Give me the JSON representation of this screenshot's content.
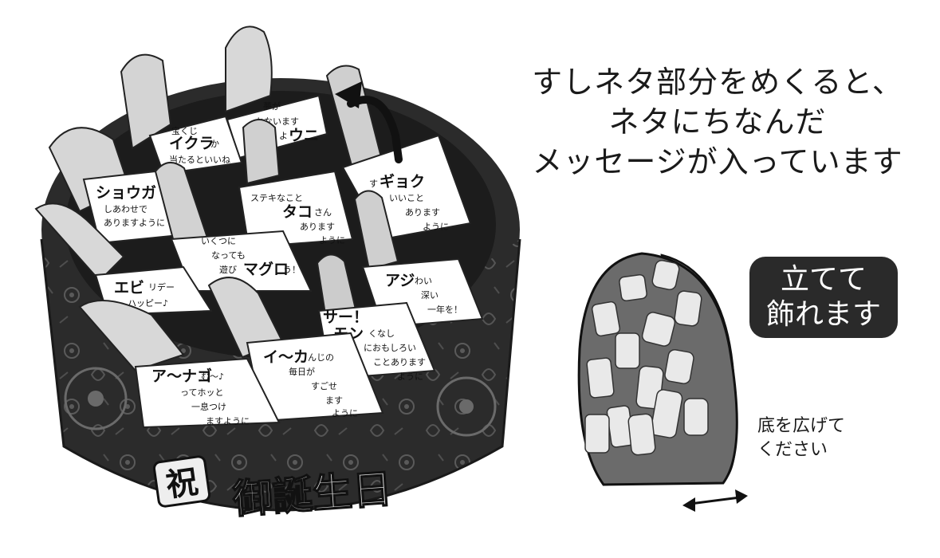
{
  "headline": {
    "line1": "すしネタ部分をめくると、",
    "line2": "ネタにちなんだ",
    "line3": "メッセージが入っています"
  },
  "stand_badge": {
    "line1": "立てて",
    "line2": "飾れます"
  },
  "base_note": {
    "line1": "底を広げて",
    "line2": "ください"
  },
  "box_label": {
    "seal": "祝",
    "text": "御誕生日"
  },
  "cards": {
    "uni": {
      "l1": "夢が",
      "l2": "かないます",
      "l3s": "よ",
      "l3b": "ウニ"
    },
    "ikura": {
      "l1": "宝くじ",
      "big": "イクラ",
      "small": "か",
      "l3": "当たるといいね"
    },
    "gyoku": {
      "pre": "す",
      "big": "ギョク",
      "l2": "いいこと",
      "l3": "あります",
      "l4": "ように"
    },
    "shouga": {
      "big": "ショウガ",
      "small": "い",
      "l2": "しあわせで",
      "l3": "ありますように"
    },
    "tako": {
      "l1": "ステキなこと",
      "big": "タコ",
      "small": "さん",
      "l3": "あります",
      "l4": "ように"
    },
    "maguro": {
      "l1": "いくつに",
      "l2": "なっても",
      "pre": "遊び",
      "big": "マグロ",
      "small": "う！"
    },
    "aji": {
      "big": "アジ",
      "small": "わい",
      "l2": "深い",
      "l3": "一年を！"
    },
    "ebi": {
      "big": "エビ",
      "small": "リデー",
      "l2": "ハッピー♪"
    },
    "salmon": {
      "big1": "サー！",
      "big2": "モン",
      "small": "くなし",
      "l3": "におもしろい",
      "l4": "ことあります",
      "l5": "ように"
    },
    "ika": {
      "big": "イ～カ",
      "small": "んじの",
      "l2": "毎日が",
      "l3": "すごせ",
      "l4": "ます",
      "l5": "ように"
    },
    "anago": {
      "big": "ア～ナゴ",
      "small": "む～♪",
      "l2": "ってホッと",
      "l3": "一息つけ",
      "l4": "ますように"
    }
  },
  "icons": [
    "flip-arrow-icon",
    "double-arrow-icon"
  ]
}
